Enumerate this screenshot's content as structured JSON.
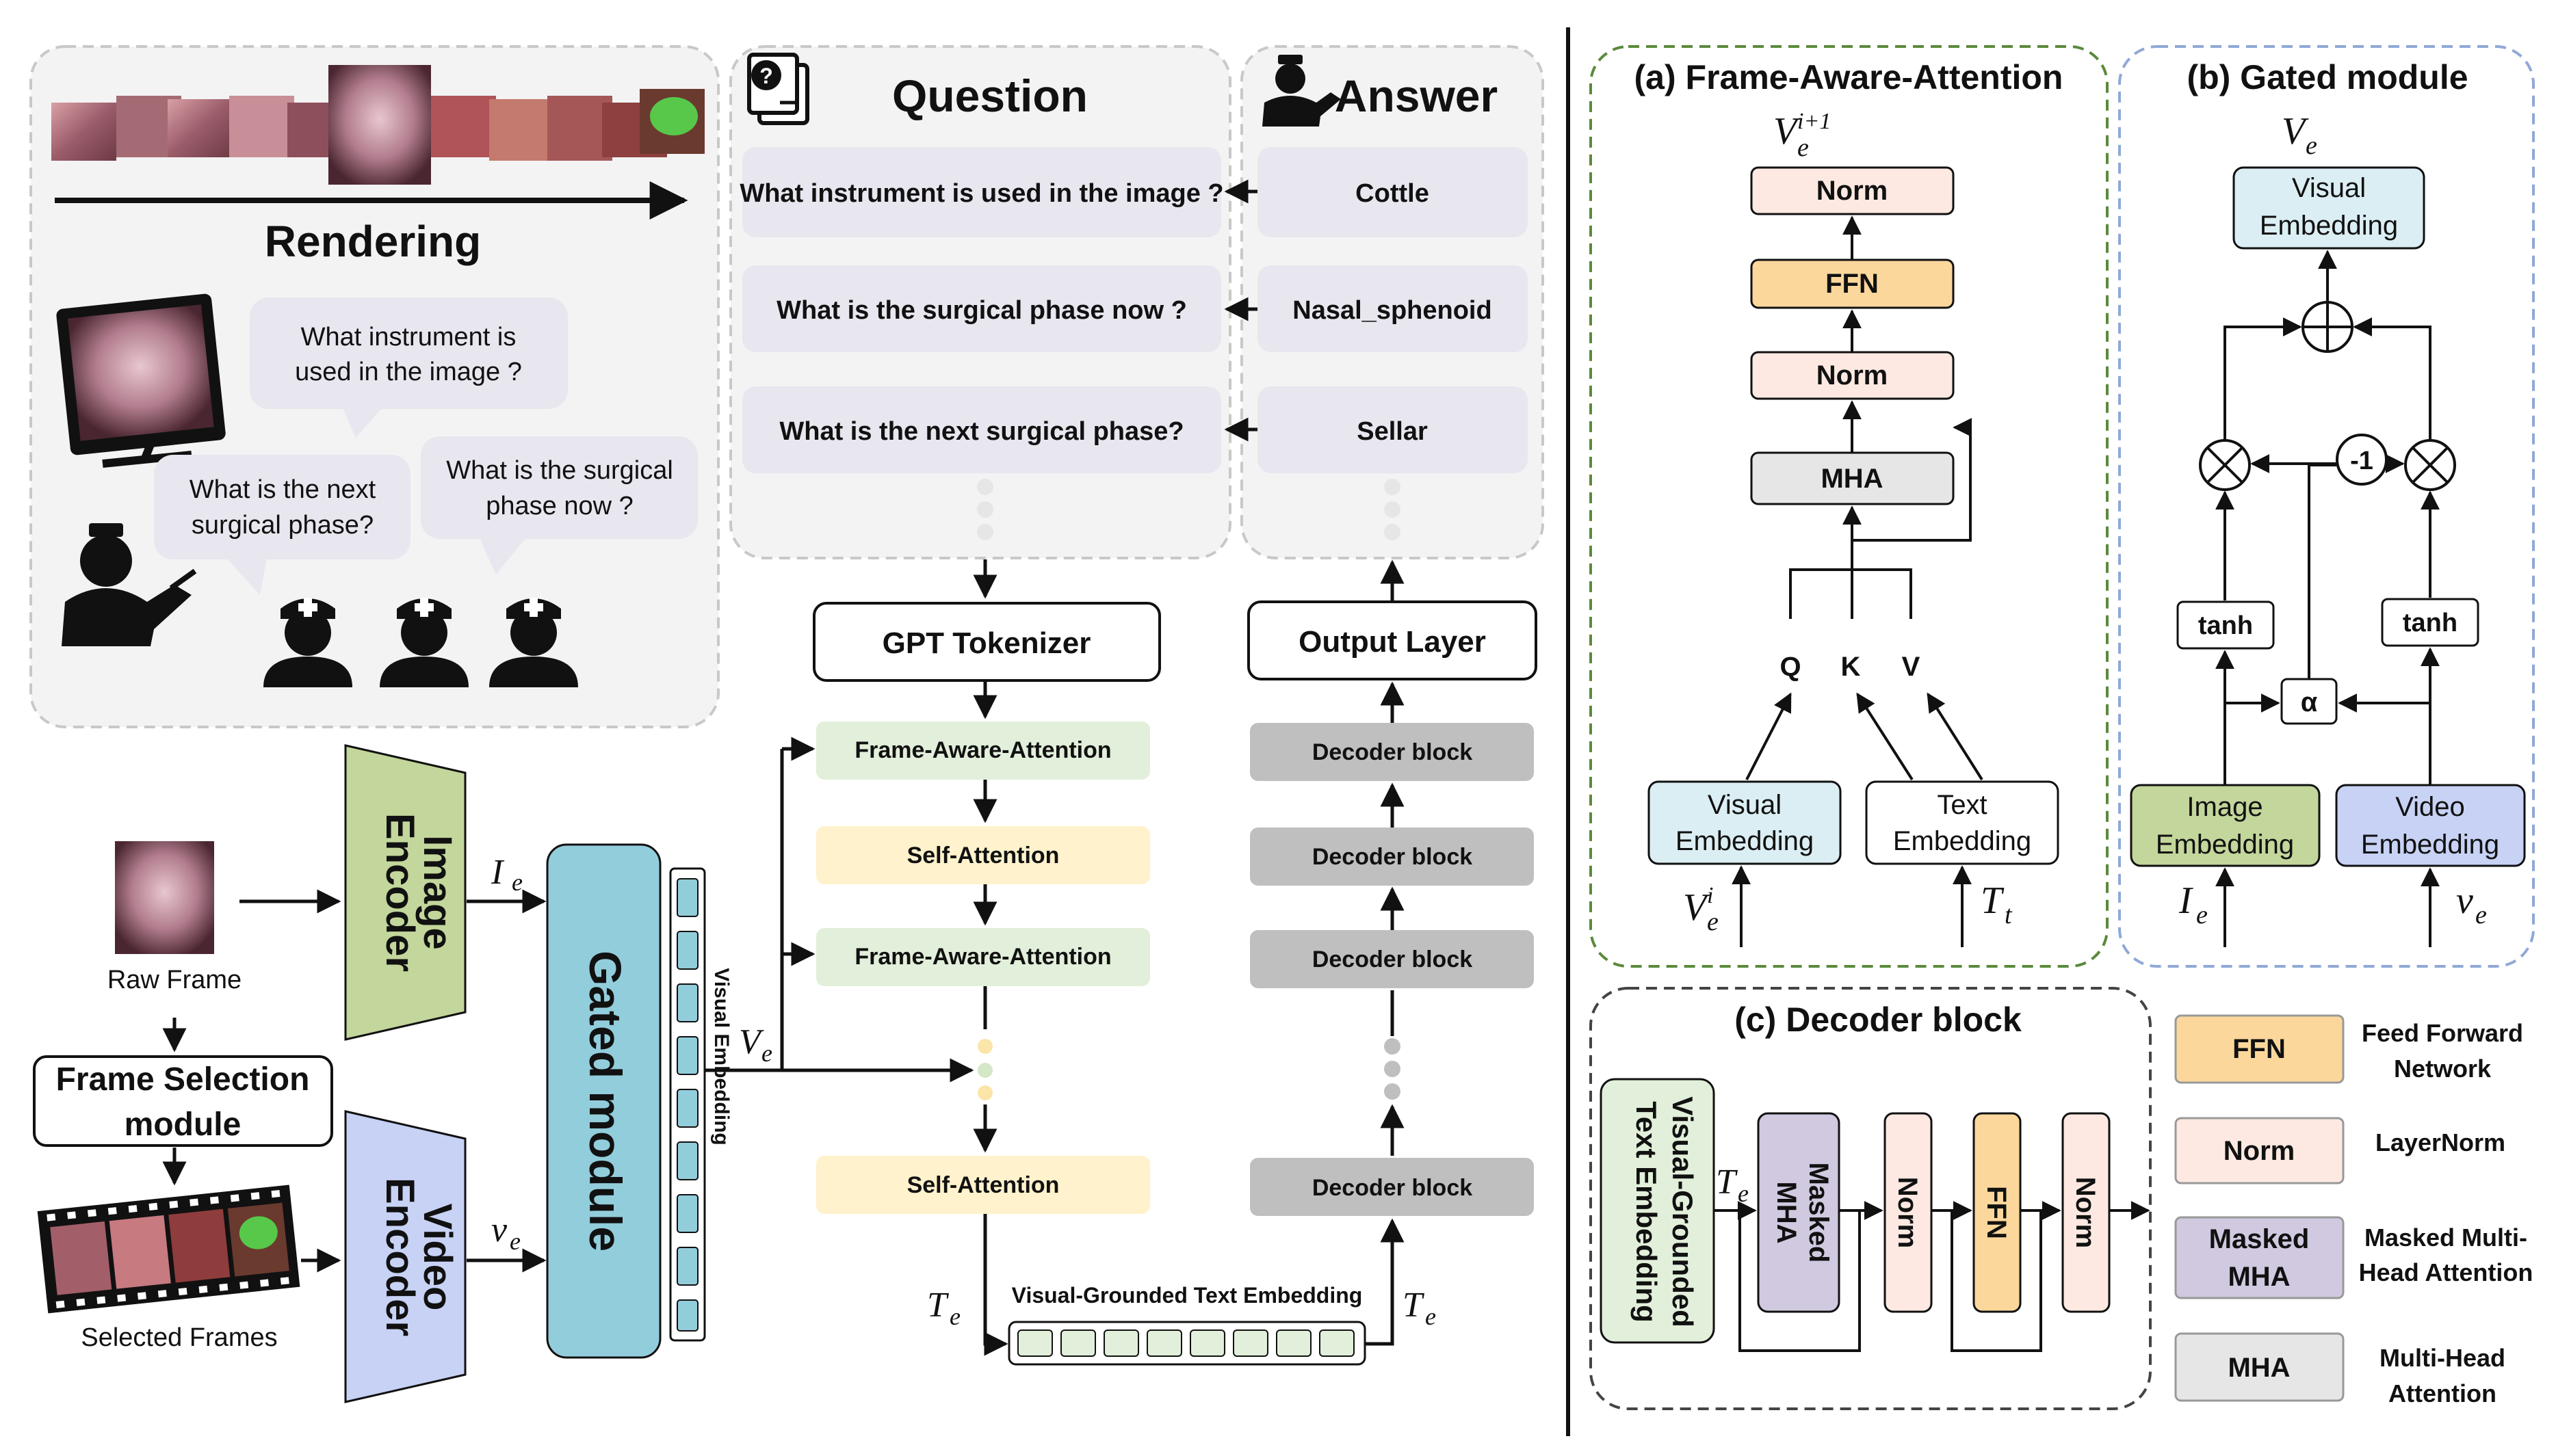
{
  "scene": {
    "rendering_title": "Rendering",
    "bubbles": {
      "b1": [
        "What instrument is",
        "used in the image ?"
      ],
      "b2": [
        "What is the next",
        "surgical phase?"
      ],
      "b3": [
        "What is the surgical",
        "phase now ?"
      ]
    }
  },
  "qa": {
    "question_header": "Question",
    "answer_header": "Answer",
    "pairs": [
      {
        "q": "What instrument is used in the image ?",
        "a": "Cottle"
      },
      {
        "q": "What is the surgical phase now ?",
        "a": "Nasal_sphenoid"
      },
      {
        "q": "What is the next surgical phase?",
        "a": "Sellar"
      }
    ]
  },
  "pipeline": {
    "raw_frame": "Raw Frame",
    "frame_selection": [
      "Frame Selection",
      "module"
    ],
    "selected_frames": "Selected Frames",
    "image_encoder": [
      "Image",
      "Encoder"
    ],
    "video_encoder": [
      "Video",
      "Encoder"
    ],
    "gated_module": "Gated module",
    "visual_embedding_label": "Visual Embedding",
    "gpt_tokenizer": "GPT Tokenizer",
    "output_layer": "Output Layer",
    "faa_block": "Frame-Aware-Attention",
    "sa_block": "Self-Attention",
    "decoder_block": "Decoder block",
    "vgte_label": "Visual-Grounded Text Embedding"
  },
  "math": {
    "Ie_main": "I",
    "Ie_sub": "e",
    "ve_main": "v",
    "ve_sub": "e",
    "Ve_main": "V",
    "Ve_sub": "e",
    "Te_main": "T",
    "Te_sub": "e",
    "Tt_main": "T",
    "Tt_sub": "t",
    "Vi1_sup": "i+1",
    "Vi_sup": "i"
  },
  "panel_a": {
    "title": "(a) Frame-Aware-Attention",
    "norm": "Norm",
    "ffn": "FFN",
    "mha": "MHA",
    "q": "Q",
    "k": "K",
    "v": "V",
    "visual_embedding": [
      "Visual",
      "Embedding"
    ],
    "text_embedding": [
      "Text",
      "Embedding"
    ]
  },
  "panel_b": {
    "title": "(b) Gated module",
    "visual_embedding": [
      "Visual",
      "Embedding"
    ],
    "neg_one": "-1",
    "tanh": "tanh",
    "alpha": "α",
    "image_embedding": [
      "Image",
      "Embedding"
    ],
    "video_embedding": [
      "Video",
      "Embedding"
    ]
  },
  "panel_c": {
    "title": "(c) Decoder block",
    "vgte": [
      "Visual-Grounded",
      "Text Embedding"
    ],
    "masked_mha": [
      "Masked",
      "MHA"
    ],
    "norm": "Norm",
    "ffn": "FFN"
  },
  "legend": [
    {
      "key": "FFN",
      "desc": [
        "Feed Forward",
        "Network"
      ]
    },
    {
      "key": "Norm",
      "desc": [
        "LayerNorm"
      ]
    },
    {
      "key": [
        "Masked",
        "MHA"
      ],
      "desc": [
        "Masked Multi-",
        "Head Attention"
      ]
    },
    {
      "key": "MHA",
      "desc": [
        "Multi-Head",
        "Attention"
      ]
    }
  ],
  "colors": {
    "green_dash": "#5a8a3c",
    "blue_dash": "#8fa9d6",
    "encoder_green": "#c3d69b",
    "encoder_blue": "#c7d2f5",
    "gated_teal": "#92cddc",
    "faa_fill": "#e2efda",
    "sa_fill": "#fff2cc",
    "decoder_gray": "#bfbfbf",
    "norm_fill": "#fde9e1",
    "ffn_fill": "#fbd79c",
    "mha_fill": "#e7e6e6",
    "masked_fill": "#d0c9e0",
    "visual_emb_fill": "#dbeef3"
  }
}
